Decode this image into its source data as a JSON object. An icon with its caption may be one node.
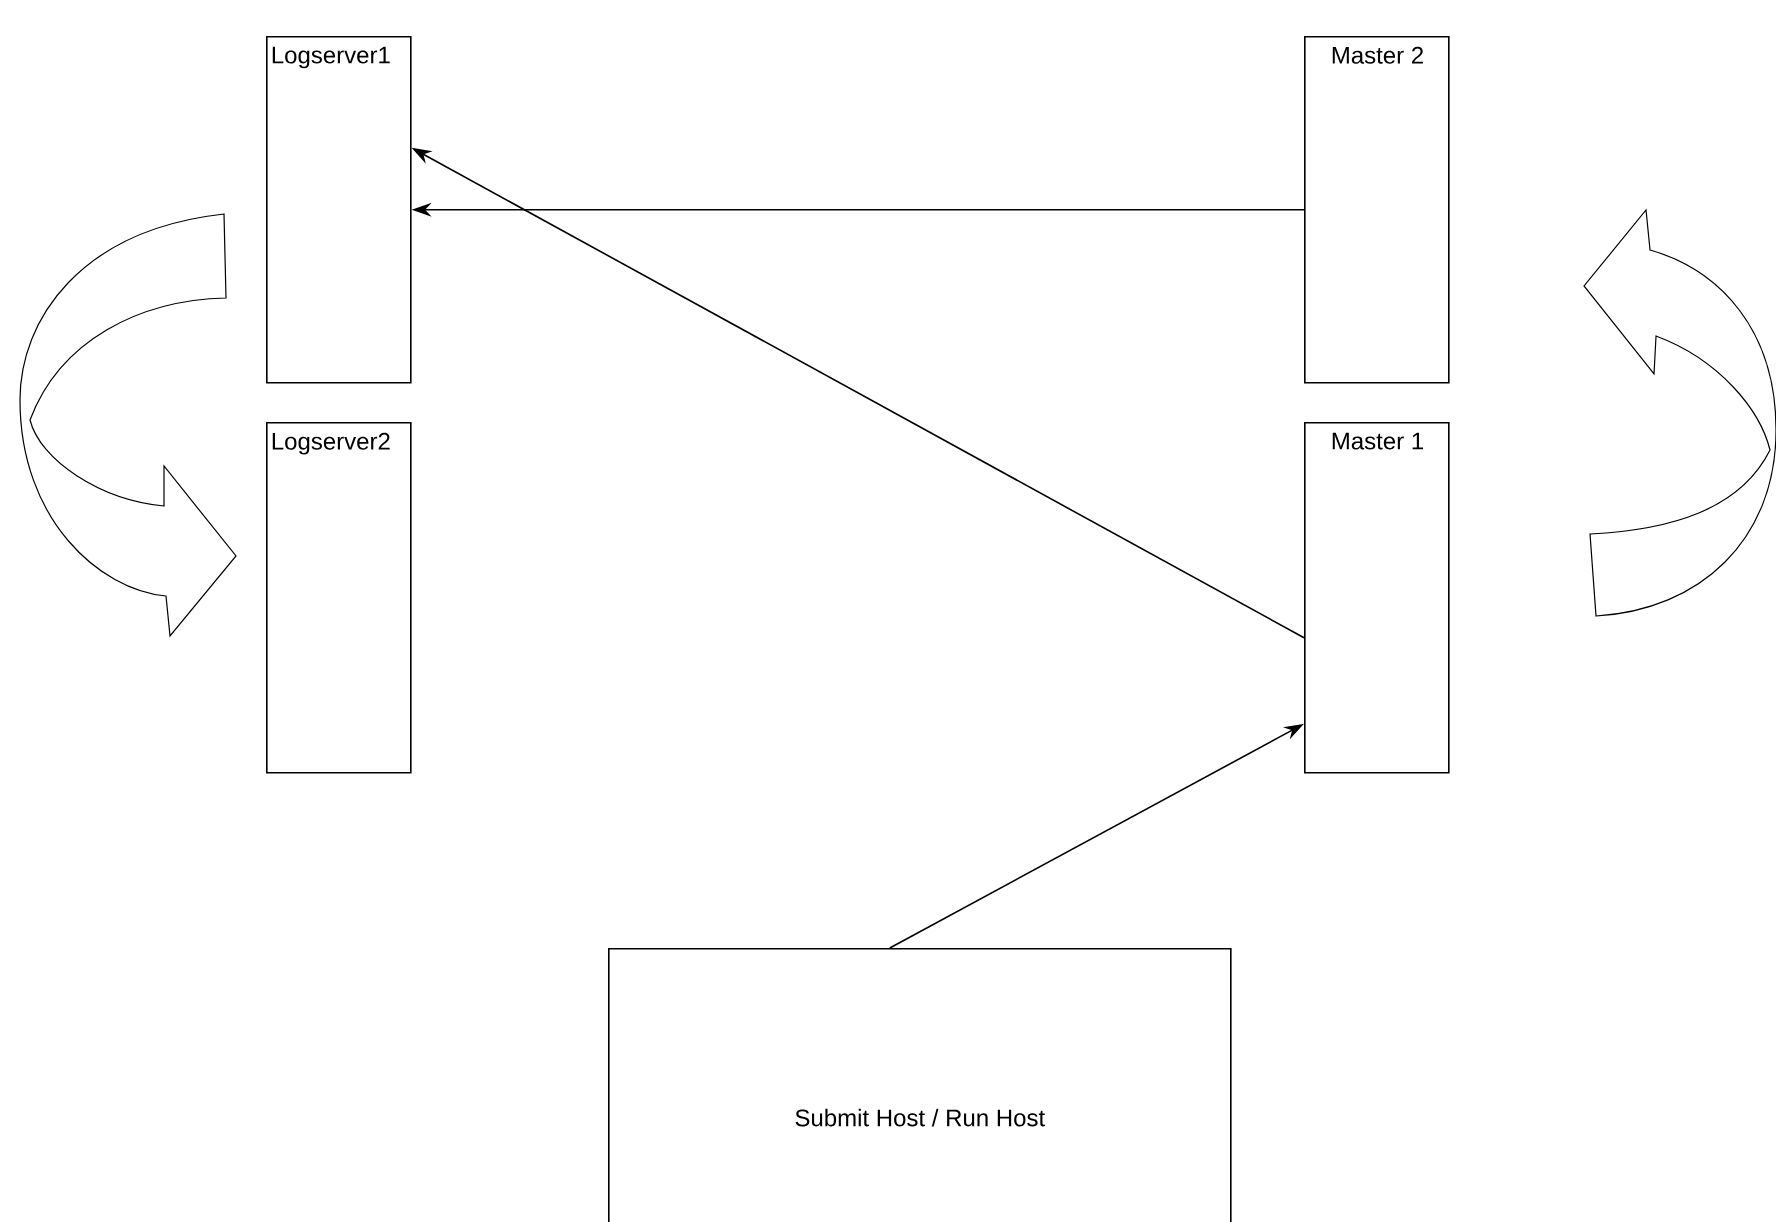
{
  "diagram": {
    "nodes": [
      {
        "text": [
          "Logserver1"
        ]
      },
      {
        "text": [
          "Logserver2"
        ]
      },
      {
        "text": [
          "Master 2"
        ]
      },
      {
        "text": [
          "Master 1"
        ]
      },
      {
        "text": [
          "Submit Host / Run Host"
        ]
      }
    ],
    "edges": [
      {
        "from": 0,
        "to": 1,
        "arrow": "to"
      },
      {
        "from": 3,
        "to": 2,
        "arrow": "to"
      },
      {
        "from": 2,
        "to": 0,
        "arrow": "to"
      },
      {
        "from": 3,
        "to": 0,
        "arrow": "to"
      },
      {
        "from": 4,
        "to": 3,
        "arrow": "to"
      }
    ]
  }
}
